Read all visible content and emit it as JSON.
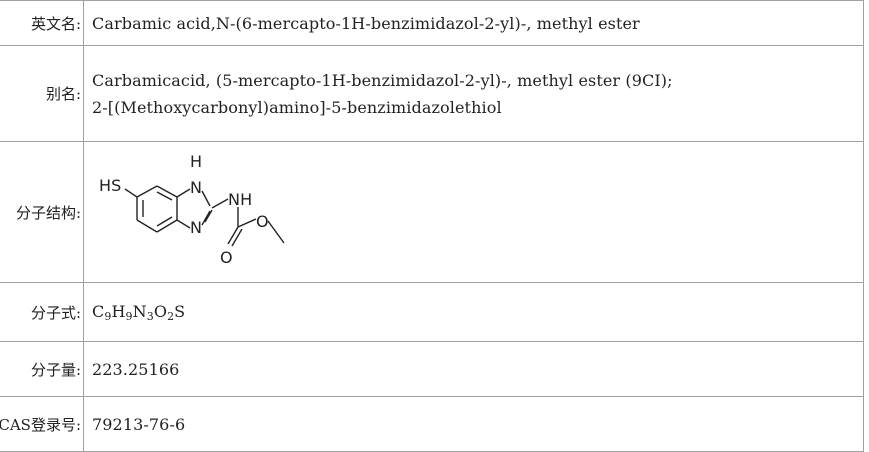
{
  "rows": {
    "english_name": {
      "label": "英文名:",
      "value": "Carbamic acid,N-(6-mercapto-1H-benzimidazol-2-yl)-, methyl ester"
    },
    "alias": {
      "label": "别名:",
      "line1": "Carbamicacid, (5-mercapto-1H-benzimidazol-2-yl)-, methyl ester (9CI);",
      "line2": "2-[(Methoxycarbonyl)amino]-5-benzimidazolethiol"
    },
    "structure": {
      "label": "分子结构:",
      "atoms": {
        "hs": "HS",
        "h": "H",
        "n_upper": "N",
        "n_lower": "N",
        "nh": "NH",
        "o_carbonyl": "O",
        "o_ether": "O"
      }
    },
    "formula": {
      "label": "分子式:",
      "parts": [
        {
          "text": "C"
        },
        {
          "sub": "9"
        },
        {
          "text": "H"
        },
        {
          "sub": "9"
        },
        {
          "text": "N"
        },
        {
          "sub": "3"
        },
        {
          "text": "O"
        },
        {
          "sub": "2"
        },
        {
          "text": "S"
        }
      ]
    },
    "weight": {
      "label": "分子量:",
      "value": "223.25166"
    },
    "cas": {
      "label": "CAS登录号:",
      "value": "79213-76-6"
    }
  }
}
